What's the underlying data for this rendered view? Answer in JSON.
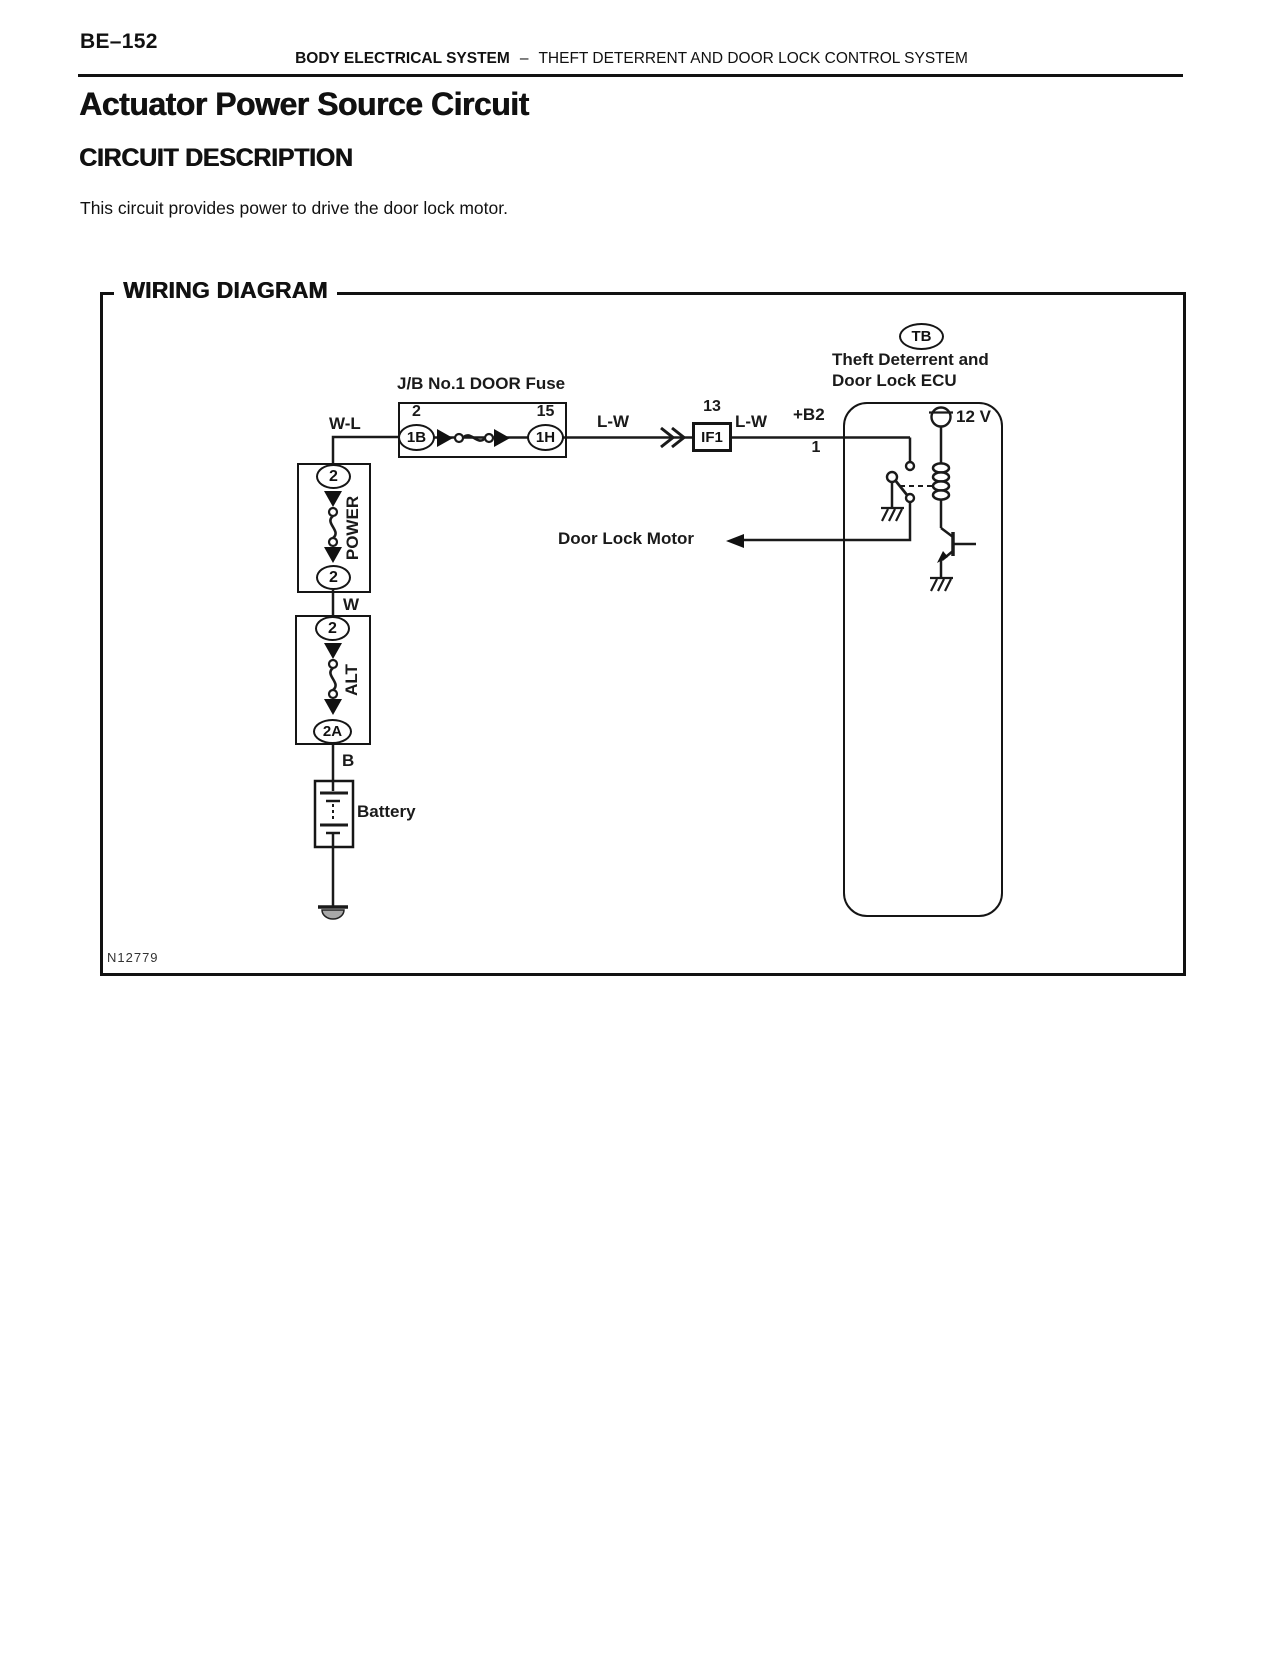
{
  "colors": {
    "ink": "#111111",
    "paper": "#ffffff"
  },
  "header": {
    "page_number": "BE–152",
    "section_bold": "BODY ELECTRICAL SYSTEM",
    "separator": "–",
    "section_rest": "THEFT DETERRENT AND DOOR LOCK CONTROL SYSTEM"
  },
  "content": {
    "title": "Actuator Power Source Circuit",
    "heading": "CIRCUIT DESCRIPTION",
    "description": "This circuit provides power to drive the door lock motor."
  },
  "diagram": {
    "title": "WIRING DIAGRAM",
    "figure_code": "N12779",
    "fuse_box": {
      "label": "J/B No.1 DOOR Fuse",
      "left_pin": "2",
      "left_connector": "1B",
      "right_pin": "15",
      "right_connector": "1H"
    },
    "if1_connector": {
      "pin": "13",
      "label": "IF1"
    },
    "wire_labels": {
      "w_l": "W-L",
      "l_w_left": "L-W",
      "l_w_right": "L-W",
      "w": "W",
      "b": "B"
    },
    "ecu": {
      "code": "TB",
      "name_line1": "Theft Deterrent and",
      "name_line2": "Door Lock ECU",
      "terminal_name": "+B2",
      "terminal_pin": "1",
      "voltage_label": "12 V"
    },
    "fusible_links": {
      "power": {
        "label": "POWER",
        "top_pin": "2",
        "bottom_pin": "2"
      },
      "alt": {
        "label": "ALT",
        "top_pin": "2",
        "bottom_pin": "2A"
      }
    },
    "battery_label": "Battery",
    "door_lock_motor_label": "Door Lock Motor"
  }
}
